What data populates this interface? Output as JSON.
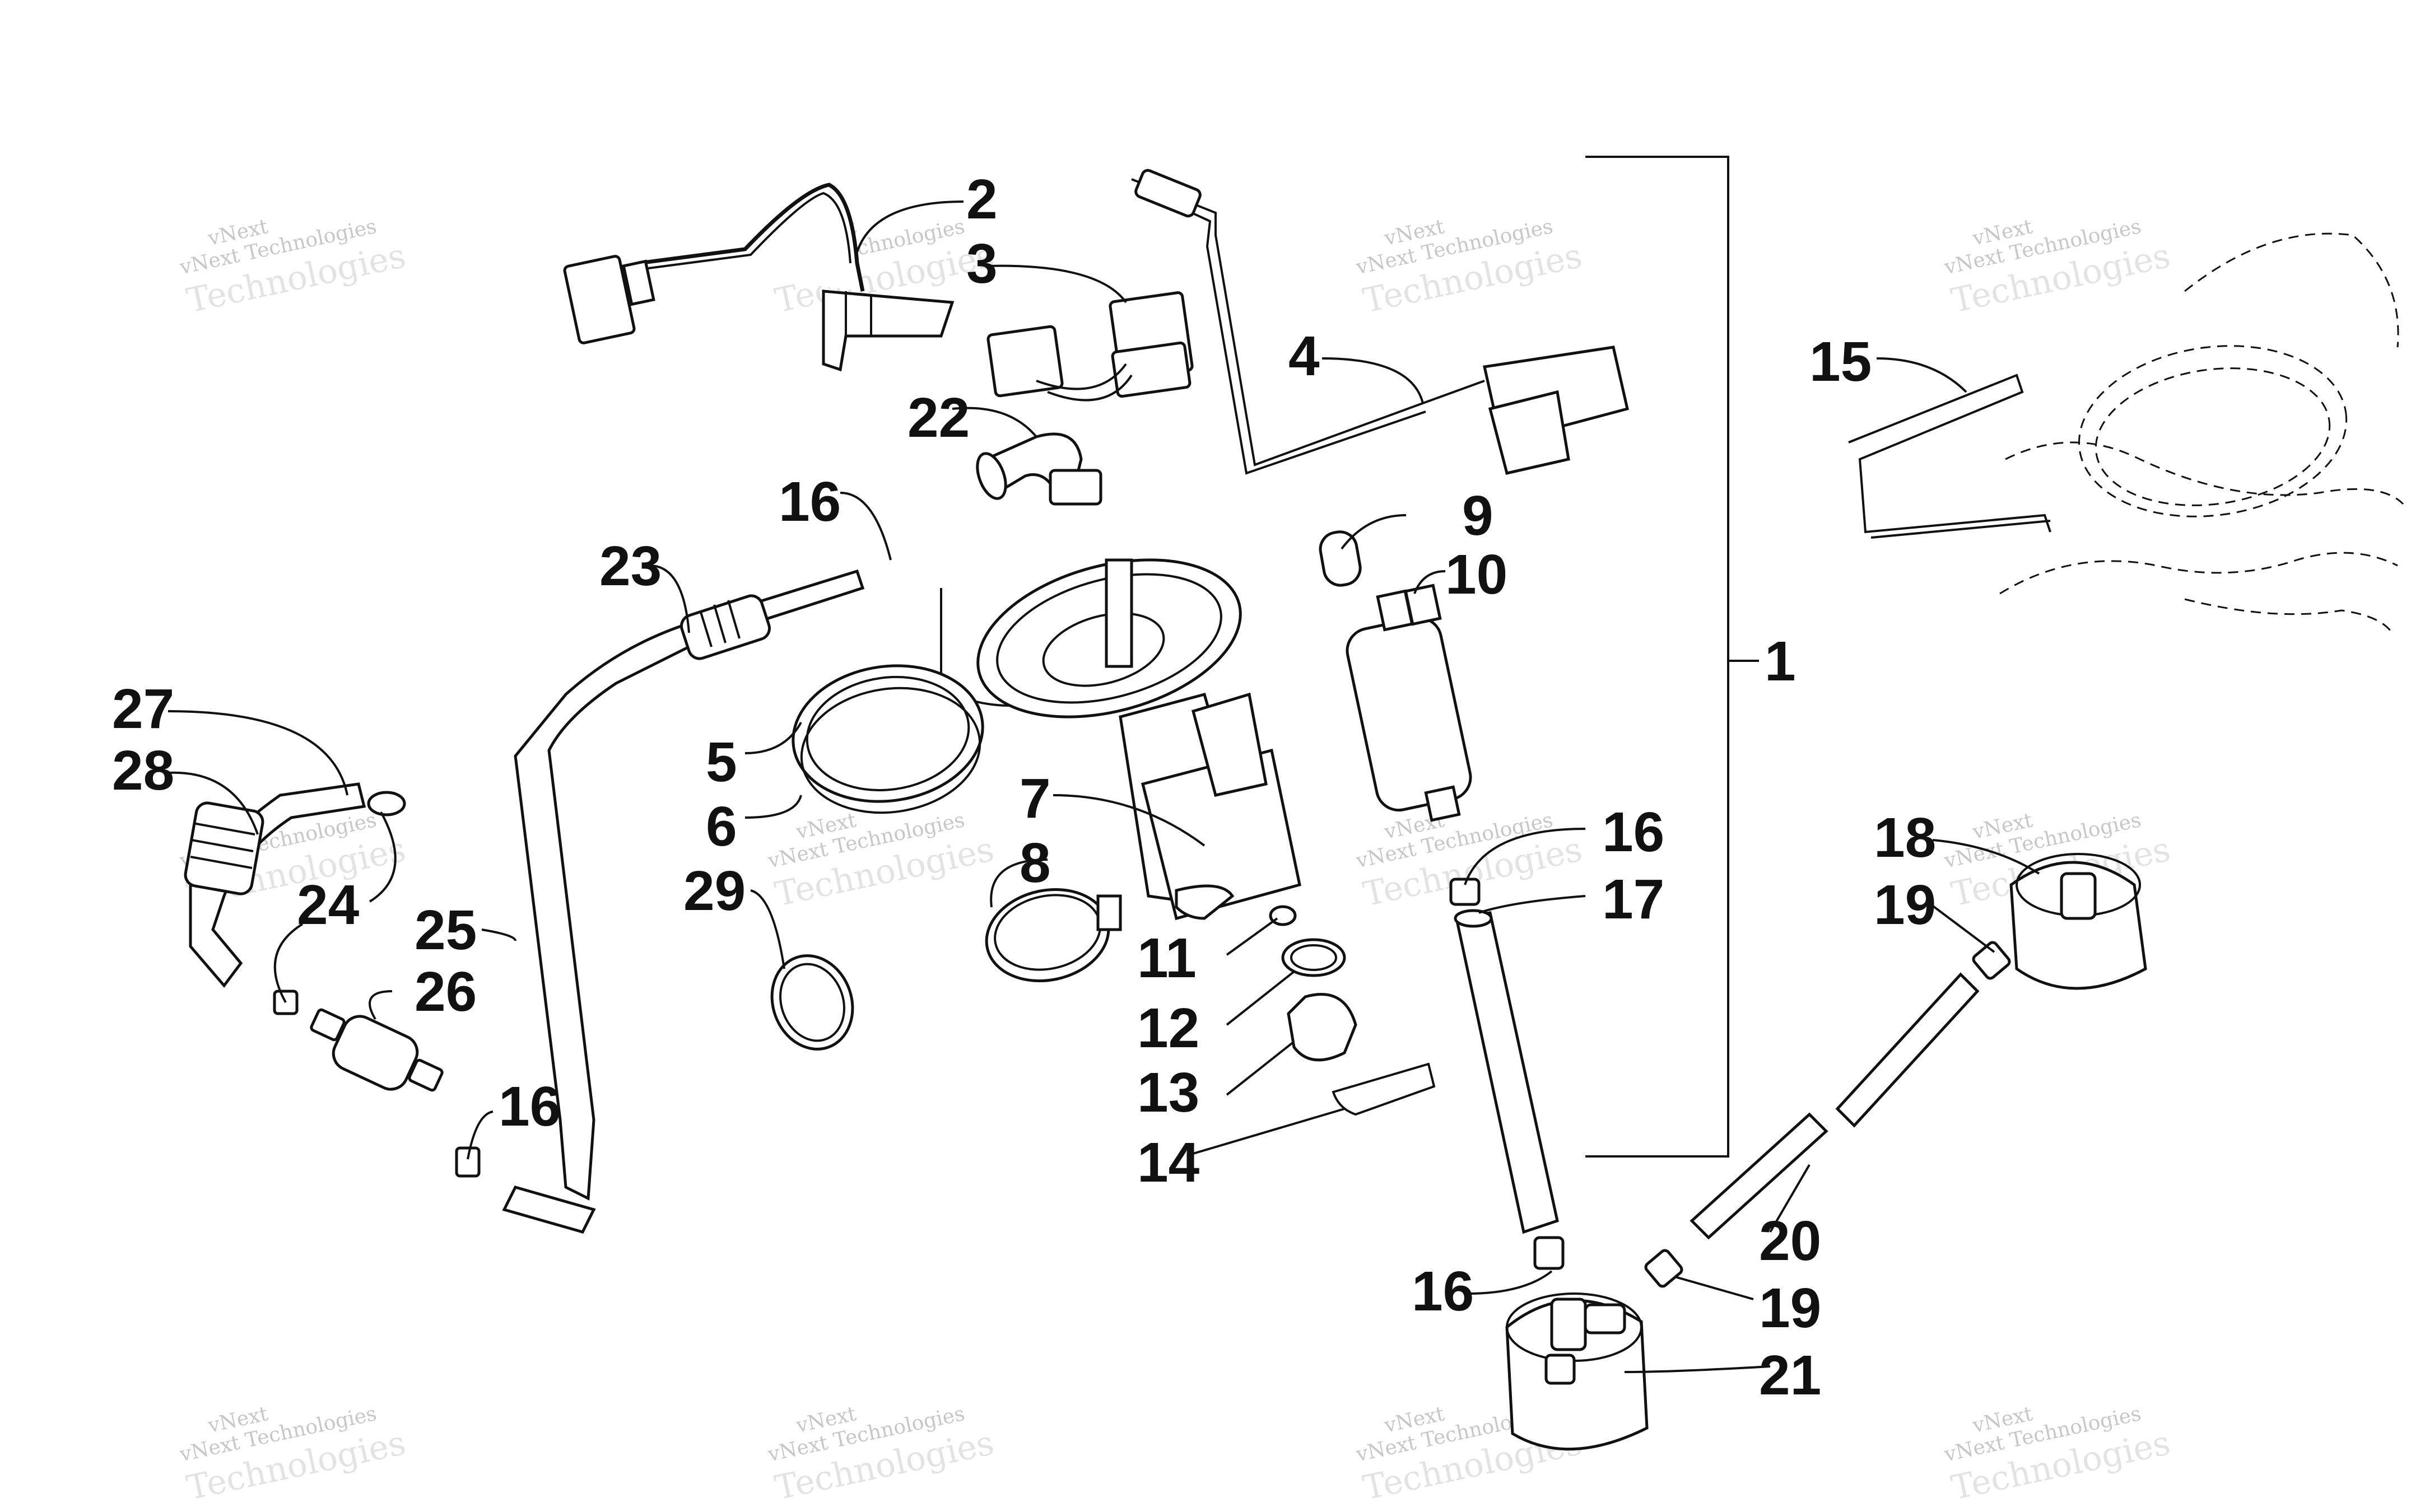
{
  "watermark": {
    "line1": "vNext",
    "line2": "vNext Technologies",
    "big": "Technologies"
  },
  "labels": {
    "l1": "1",
    "l2": "2",
    "l3": "3",
    "l4": "4",
    "l5": "5",
    "l6": "6",
    "l7": "7",
    "l8": "8",
    "l9": "9",
    "l10": "10",
    "l11": "11",
    "l12": "12",
    "l13": "13",
    "l14": "14",
    "l15": "15",
    "l16a": "16",
    "l16b": "16",
    "l16c": "16",
    "l16d": "16",
    "l17": "17",
    "l18": "18",
    "l19a": "19",
    "l19b": "19",
    "l20": "20",
    "l21": "21",
    "l22": "22",
    "l23": "23",
    "l24": "24",
    "l25": "25",
    "l26": "26",
    "l27": "27",
    "l28": "28",
    "l29": "29"
  }
}
